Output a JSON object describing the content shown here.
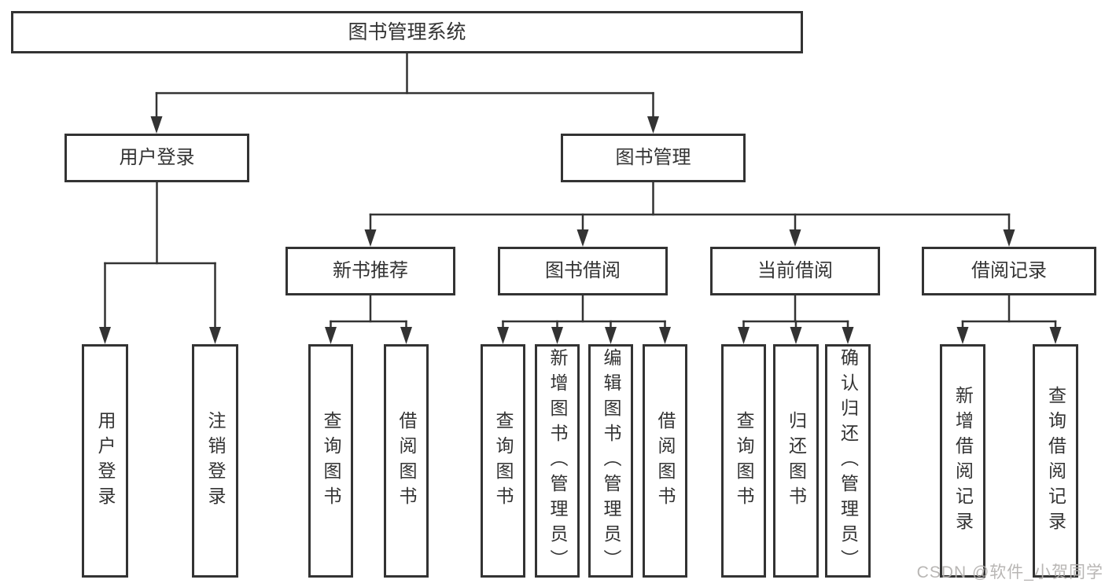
{
  "diagram": {
    "title": "图书管理系统",
    "nodes": {
      "root": {
        "label": "图书管理系统"
      },
      "user_login": {
        "label": "用户登录"
      },
      "book_mgmt": {
        "label": "图书管理"
      },
      "new_book_rec": {
        "label": "新书推荐"
      },
      "book_borrow": {
        "label": "图书借阅"
      },
      "current_borrow": {
        "label": "当前借阅"
      },
      "borrow_record": {
        "label": "借阅记录"
      },
      "login_leaf": {
        "label": "用户登录"
      },
      "logout_leaf": {
        "label": "注销登录"
      },
      "nbr_query": {
        "label": "查询图书"
      },
      "nbr_borrow": {
        "label": "借阅图书"
      },
      "bb_query": {
        "label": "查询图书"
      },
      "bb_add": {
        "label": "新增图书（管理员）"
      },
      "bb_edit": {
        "label": "编辑图书（管理员）"
      },
      "bb_borrow": {
        "label": "借阅图书"
      },
      "cb_query": {
        "label": "查询图书"
      },
      "cb_return": {
        "label": "归还图书"
      },
      "cb_confirm": {
        "label": "确认归还（管理员）"
      },
      "br_add": {
        "label": "新增借阅记录"
      },
      "br_query": {
        "label": "查询借阅记录"
      }
    },
    "edges": [
      {
        "from": "root",
        "to": [
          "user_login",
          "book_mgmt"
        ]
      },
      {
        "from": "user_login",
        "to": [
          "login_leaf",
          "logout_leaf"
        ]
      },
      {
        "from": "book_mgmt",
        "to": [
          "new_book_rec",
          "book_borrow",
          "current_borrow",
          "borrow_record"
        ]
      },
      {
        "from": "new_book_rec",
        "to": [
          "nbr_query",
          "nbr_borrow"
        ]
      },
      {
        "from": "book_borrow",
        "to": [
          "bb_query",
          "bb_add",
          "bb_edit",
          "bb_borrow"
        ]
      },
      {
        "from": "current_borrow",
        "to": [
          "cb_query",
          "cb_return",
          "cb_confirm"
        ]
      },
      {
        "from": "borrow_record",
        "to": [
          "br_add",
          "br_query"
        ]
      }
    ],
    "colors": {
      "line": "#333333",
      "box_border": "#333333",
      "text": "#333333",
      "background": "#ffffff",
      "watermark": "#b3b0ae"
    }
  },
  "watermark": {
    "text": "CSDN @软件_小贺同学"
  }
}
